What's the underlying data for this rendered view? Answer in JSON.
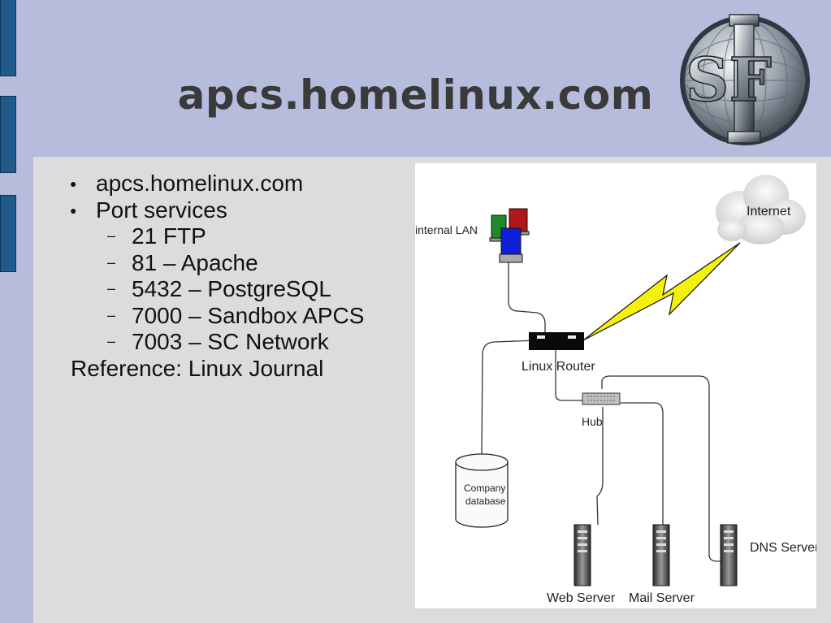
{
  "slide": {
    "title": "apcs.homelinux.com",
    "bullets": [
      {
        "text": "apcs.homelinux.com",
        "level": 1
      },
      {
        "text": "Port services",
        "level": 1
      },
      {
        "text": "21 FTP",
        "level": 2
      },
      {
        "text": "81 – Apache",
        "level": 2
      },
      {
        "text": "5432 – PostgreSQL",
        "level": 2
      },
      {
        "text": "7000 – Sandbox APCS",
        "level": 2
      },
      {
        "text": "7003 – SC Network",
        "level": 2
      }
    ],
    "reference": "Reference: Linux Journal",
    "bullet_symbols": {
      "level1": "●",
      "level2": "–"
    }
  },
  "logo": {
    "letters": "SF",
    "name": "sf-globe-logo"
  },
  "diagram": {
    "labels": {
      "internet": "Internet",
      "internal_lan": "internal LAN",
      "linux_router": "Linux Router",
      "hub": "Hub",
      "company_database_line1": "Company",
      "company_database_line2": "database",
      "web_server": "Web Server",
      "mail_server": "Mail Server",
      "dns_server": "DNS Server"
    }
  },
  "colors": {
    "background": "#b6bcdc",
    "panel": "#dcdcdc",
    "accent_tab": "#1f5a8a",
    "lightning": "#f4f20a",
    "lan_pc_red": "#b01818",
    "lan_pc_green": "#1e8a2a",
    "lan_pc_blue": "#1020d8"
  }
}
